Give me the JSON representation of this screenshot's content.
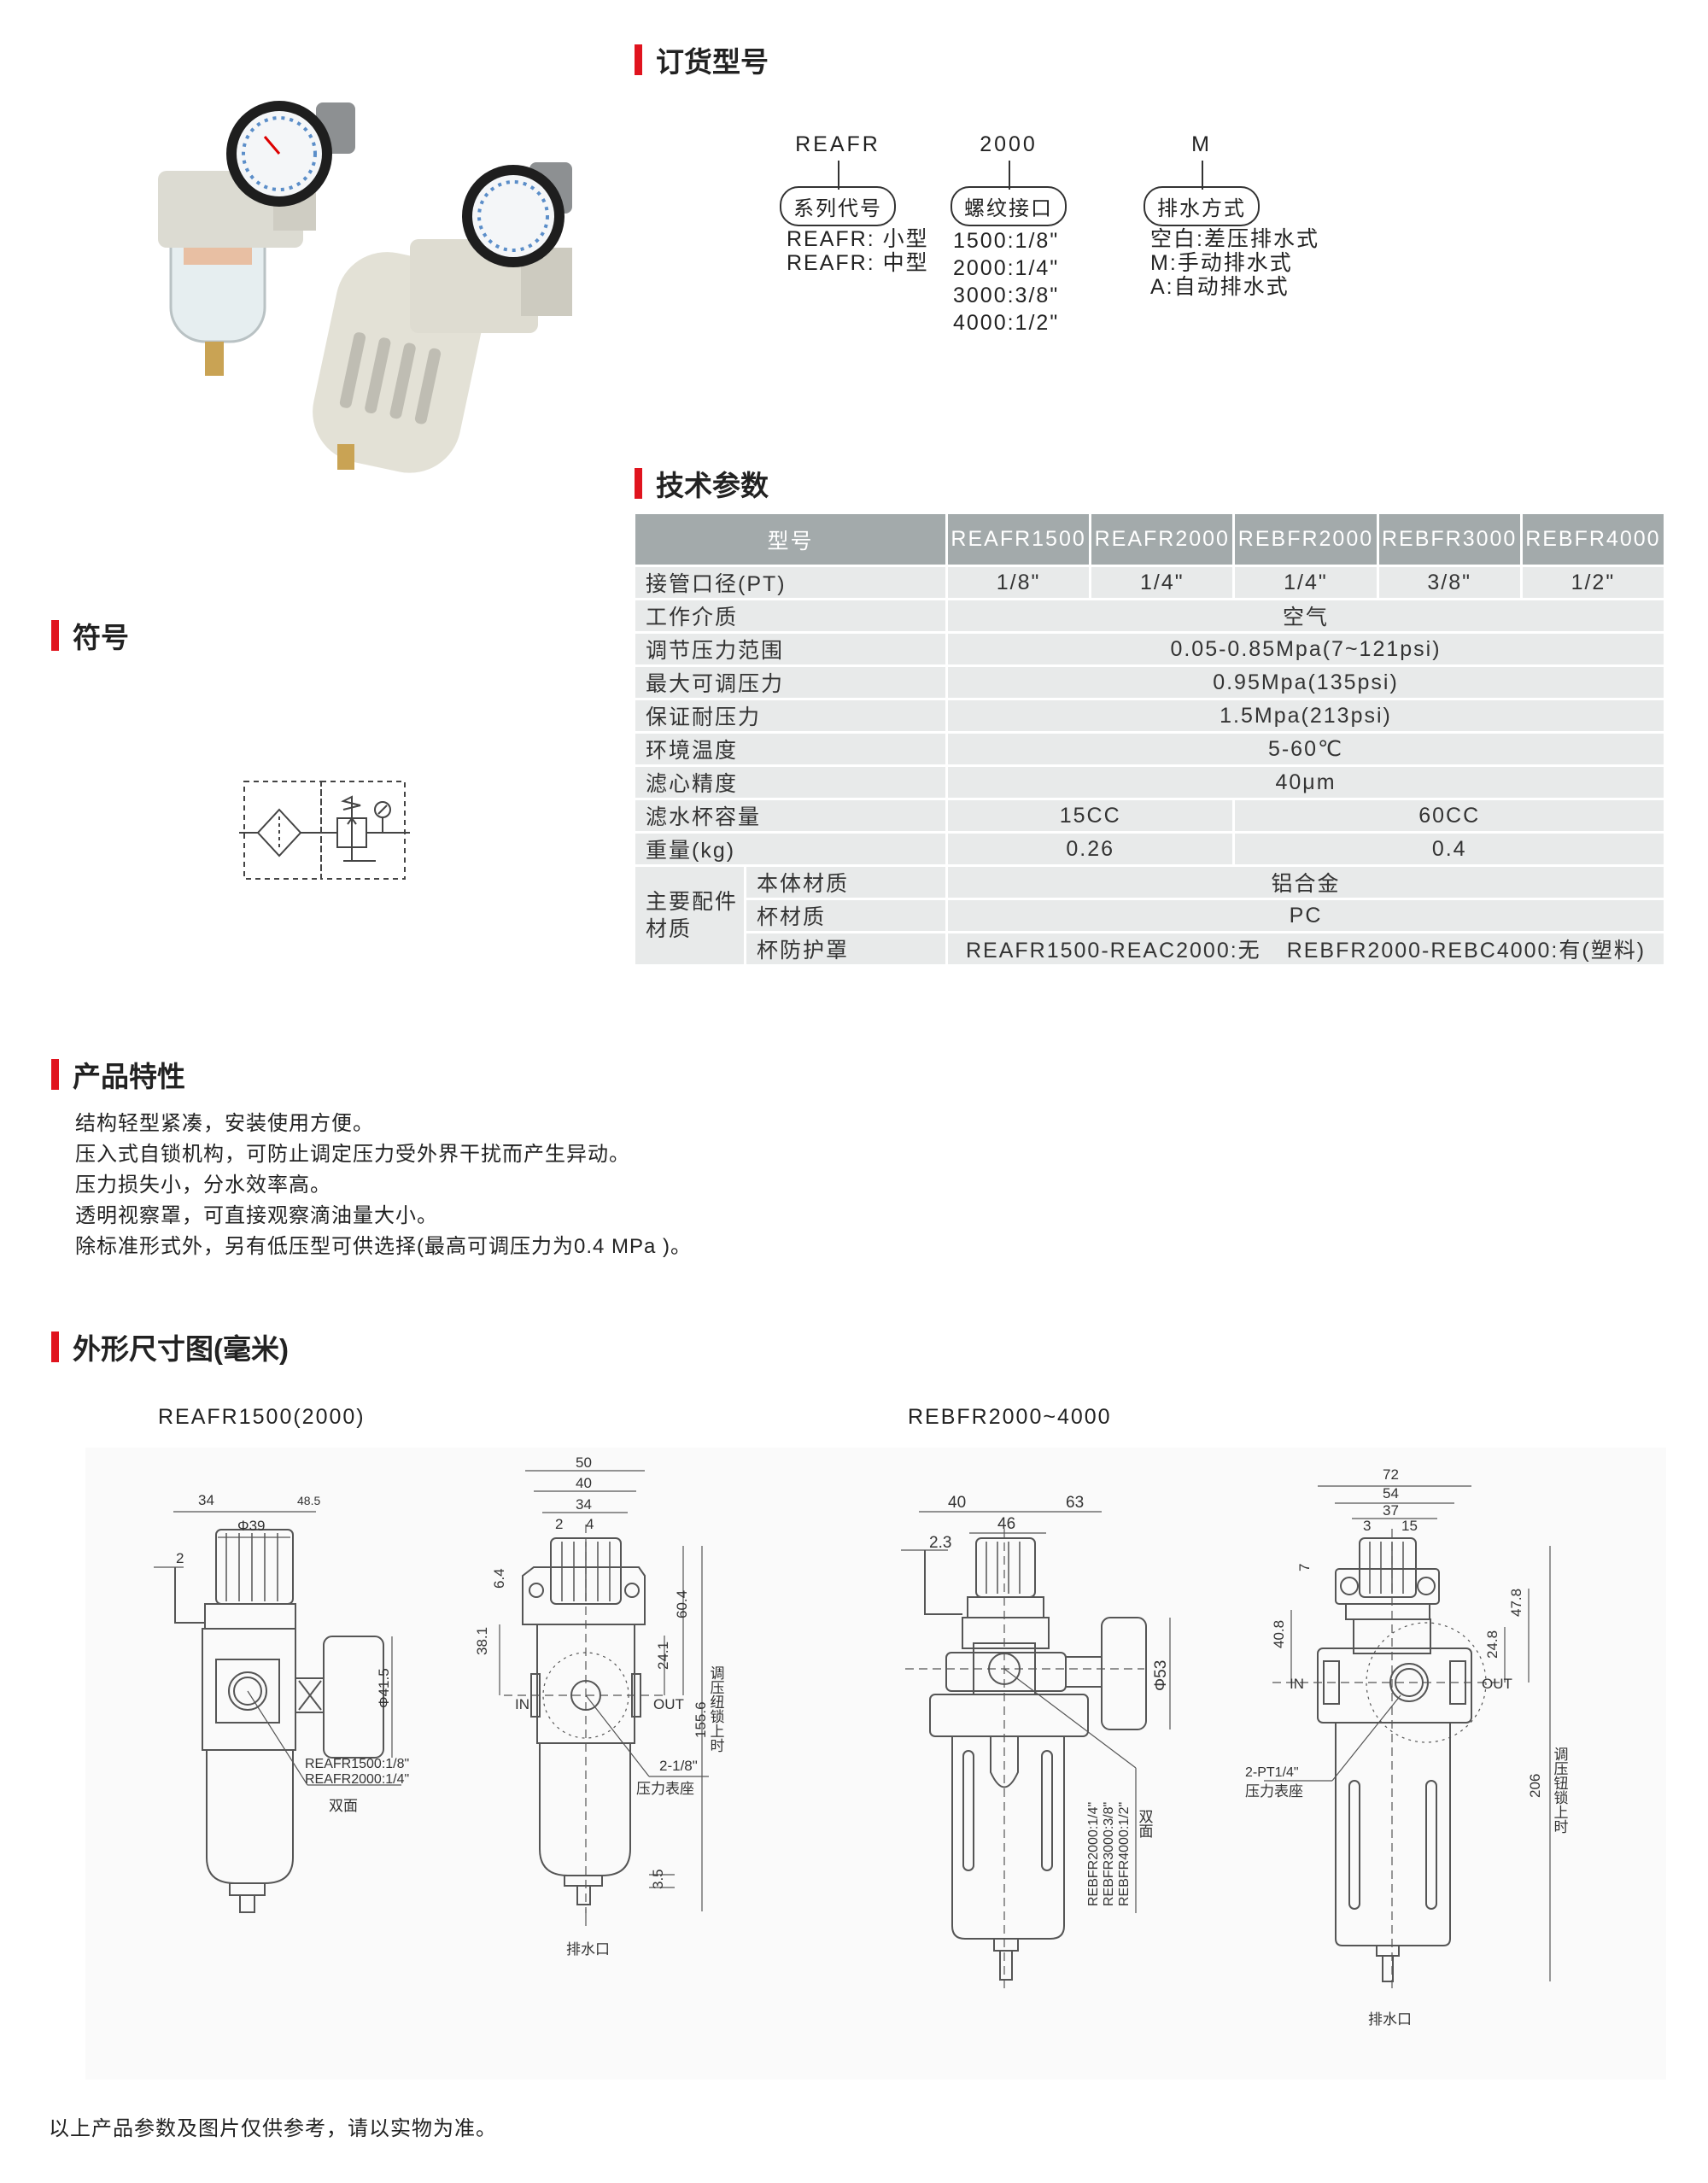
{
  "order": {
    "title": "订货型号",
    "segments": [
      {
        "code": "REAFR",
        "label": "系列代号",
        "options": [
          "REAFR: 小型",
          "REAFR: 中型"
        ]
      },
      {
        "code": "2000",
        "label": "螺纹接口",
        "options": [
          "1500:1/8\"",
          "2000:1/4\"",
          "3000:3/8\"",
          "4000:1/2\""
        ]
      },
      {
        "code": "M",
        "label": "排水方式",
        "options": [
          "空白:差压排水式",
          "M:手动排水式",
          "A:自动排水式"
        ]
      }
    ]
  },
  "spec": {
    "title": "技术参数",
    "model_header": "型号",
    "models": [
      "REAFR1500",
      "REAFR2000",
      "REBFR2000",
      "REBFR3000",
      "REBFR4000"
    ],
    "port": {
      "label": "接管口径(PT)",
      "values": [
        "1/8\"",
        "1/4\"",
        "1/4\"",
        "3/8\"",
        "1/2\""
      ]
    },
    "medium": {
      "label": "工作介质",
      "value": "空气"
    },
    "range": {
      "label": "调节压力范围",
      "value": "0.05-0.85Mpa(7~121psi)"
    },
    "max": {
      "label": "最大可调压力",
      "value": "0.95Mpa(135psi)"
    },
    "proof": {
      "label": "保证耐压力",
      "value": "1.5Mpa(213psi)"
    },
    "temp": {
      "label": "环境温度",
      "value": "5-60℃"
    },
    "filter": {
      "label": "滤心精度",
      "value": "40μm"
    },
    "bowl": {
      "label": "滤水杯容量",
      "values": [
        "15CC",
        "60CC"
      ]
    },
    "weight": {
      "label": "重量(kg)",
      "values": [
        "0.26",
        "0.4"
      ]
    },
    "material": {
      "label": "主要配件材质",
      "body": {
        "label": "本体材质",
        "value": "铝合金"
      },
      "cup": {
        "label": "杯材质",
        "value": "PC"
      },
      "guard": {
        "label": "杯防护罩",
        "values": [
          "REAFR1500-REAC2000:无",
          "REBFR2000-REBC4000:有(塑料)"
        ]
      }
    }
  },
  "symbol": {
    "title": "符号"
  },
  "features": {
    "title": "产品特性",
    "items": [
      "结构轻型紧凑，安装使用方便。",
      "压入式自锁机构，可防止调定压力受外界干扰而产生异动。",
      "压力损失小，分水效率高。",
      "透明视察罩，可直接观察滴油量大小。",
      "除标准形式外，另有低压型可供选择(最高可调压力为0.4 MPa )。"
    ]
  },
  "dimensions": {
    "title": "外形尺寸图(毫米)",
    "group_a": "REAFR1500(2000)",
    "group_b": "REBFR2000~4000",
    "d1": {
      "w1": "34",
      "w2": "48.5",
      "knob": "Φ39",
      "gap": "2",
      "gauge": "Φ41.5",
      "port1": "REAFR1500:1/8\"",
      "port2": "REAFR2000:1/4\"",
      "both": "双面"
    },
    "d2": {
      "w50": "50",
      "w40": "40",
      "w34": "34",
      "w2": "2",
      "w4": "4",
      "h64": "6.4",
      "h381": "38.1",
      "h604": "60.4",
      "h241": "24.1",
      "in": "IN",
      "out": "OUT",
      "h1556": "155.6",
      "lock": "调压纽锁上时",
      "gport": "2-1/8\"",
      "gseat": "压力表座",
      "h35": "3.5",
      "drain": "排水口"
    },
    "d3": {
      "w40": "40",
      "w63": "63",
      "knob": "46",
      "gap": "2.3",
      "gauge": "Φ53",
      "p1": "REBFR2000:1/4\"",
      "p2": "REBFR3000:3/8\"",
      "p3": "REBFR4000:1/2\"",
      "both": "双面"
    },
    "d4": {
      "w72": "72",
      "w54": "54",
      "w37": "37",
      "w3": "3",
      "w15": "15",
      "h7": "7",
      "h408": "40.8",
      "h478": "47.8",
      "h248": "24.8",
      "in": "IN",
      "out": "OUT",
      "gport": "2-PT1/4\"",
      "gseat": "压力表座",
      "h206": "206",
      "lock": "调压钮锁上时",
      "drain": "排水口"
    }
  },
  "footer": "以上产品参数及图片仅供参考，请以实物为准。",
  "colors": {
    "accent": "#e0141e",
    "table_header": "#a3aaab",
    "table_cell": "#e8eaea"
  }
}
